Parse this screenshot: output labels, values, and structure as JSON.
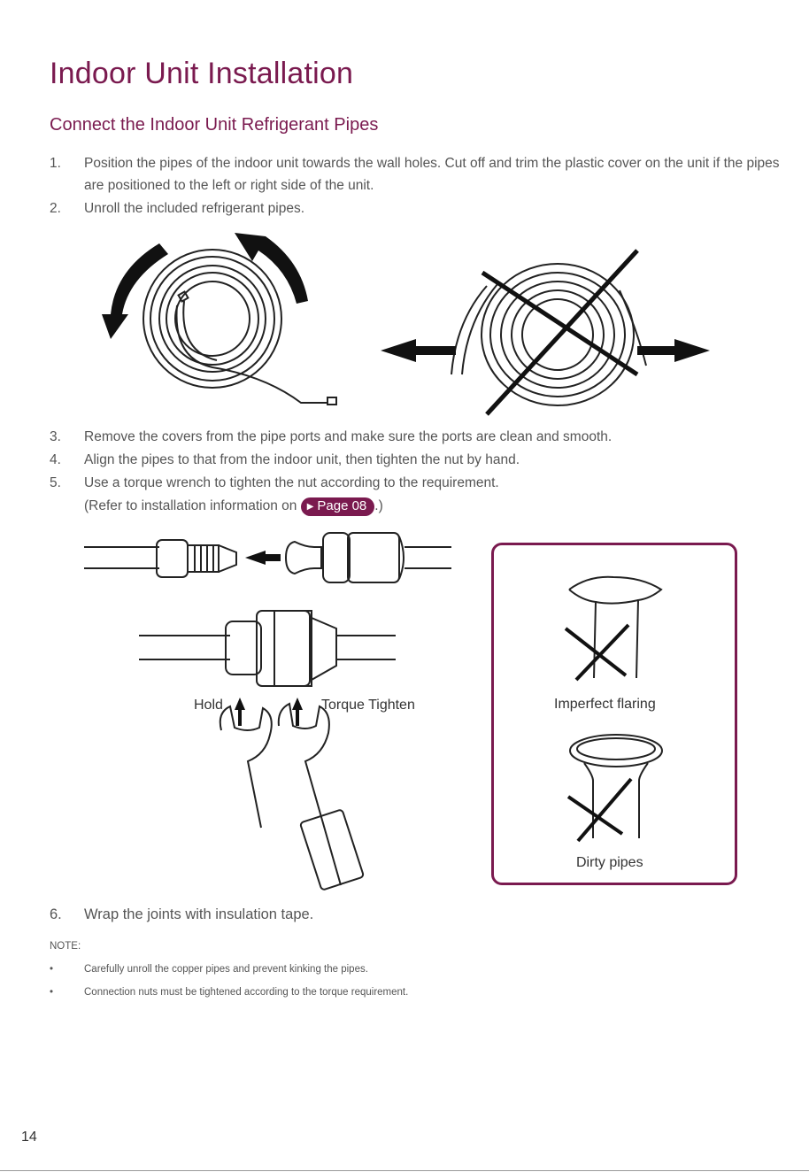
{
  "page": {
    "title": "Indoor Unit Installation",
    "subtitle": "Connect the Indoor Unit Refrigerant Pipes",
    "page_number": "14"
  },
  "steps": [
    {
      "num": "1.",
      "text": "Position the pipes of the indoor unit towards the wall holes. Cut off and trim the plastic cover on the unit if the pipes are positioned to the left or right side of the unit."
    },
    {
      "num": "2.",
      "text": "Unroll the included refrigerant pipes."
    },
    {
      "num": "3.",
      "text": "Remove the covers from the pipe ports and make sure the ports are clean and smooth."
    },
    {
      "num": "4.",
      "text": "Align the pipes to that from the indoor unit, then tighten the nut by hand."
    },
    {
      "num": "5.",
      "text": "Use a torque wrench to tighten the nut according to the requirement."
    },
    {
      "num": "6.",
      "text": "Wrap the joints with insulation tape."
    }
  ],
  "step5_ref": {
    "prefix": "(Refer to installation information on",
    "link_label": "Page 08",
    "suffix": ".)"
  },
  "figure_labels": {
    "hold": "Hold",
    "torque": "Torque Tighten",
    "imperfect": "Imperfect flaring",
    "dirty": "Dirty pipes"
  },
  "note": {
    "heading": "NOTE:",
    "items": [
      "Carefully unroll the copper pipes and prevent kinking the pipes.",
      "Connection nuts must be tightened according to the torque requirement."
    ]
  },
  "colors": {
    "accent": "#7a1a4f",
    "text": "#555555"
  }
}
